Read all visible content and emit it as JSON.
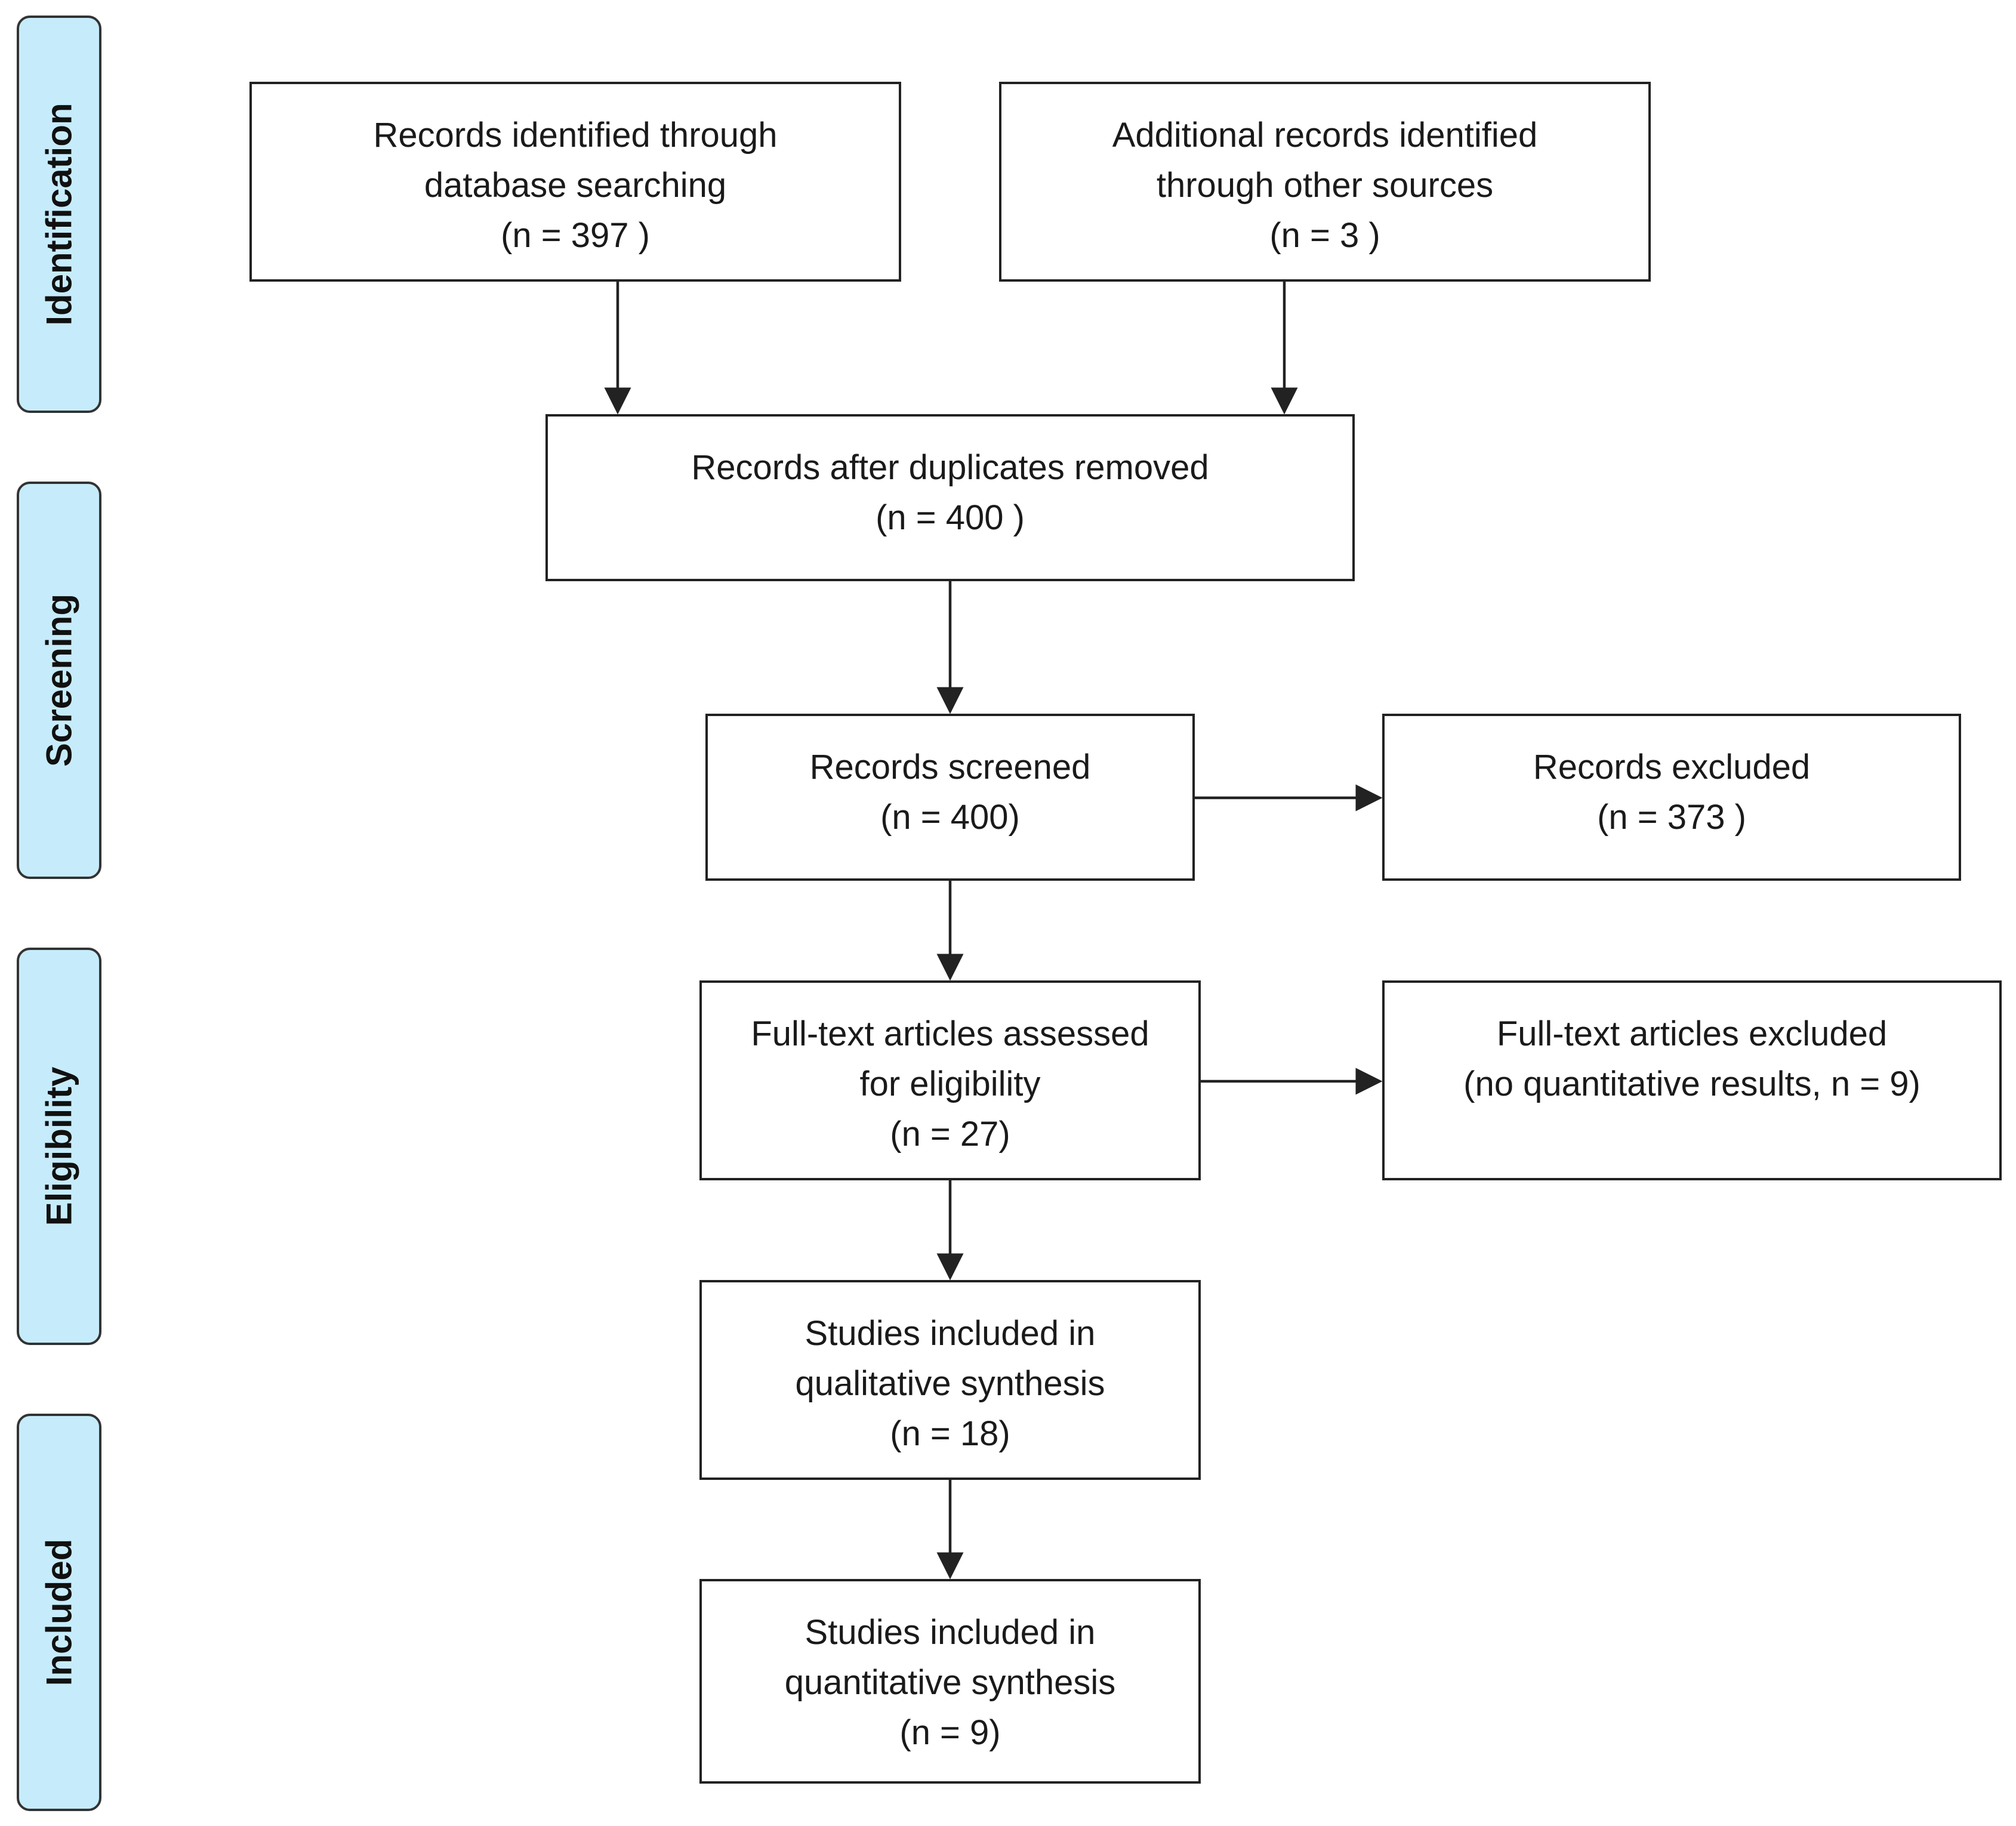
{
  "phases": {
    "identification": "Identification",
    "screening": "Screening",
    "eligibility": "Eligibility",
    "included": "Included"
  },
  "boxes": {
    "database": {
      "line1": "Records identified through",
      "line2": "database searching",
      "line3": "(n =  397 )"
    },
    "additional": {
      "line1": "Additional records identified",
      "line2": "through other sources",
      "line3": "(n =  3 )"
    },
    "duplicates": {
      "line1": "Records after duplicates removed",
      "line2": "(n =  400 )"
    },
    "screened": {
      "line1": "Records screened",
      "line2": "(n =   400)"
    },
    "excluded": {
      "line1": "Records excluded",
      "line2": "(n =  373 )"
    },
    "fulltext": {
      "line1": "Full-text articles assessed",
      "line2": "for eligibility",
      "line3": "(n =   27)"
    },
    "fulltext_excluded": {
      "line1": "Full-text articles excluded",
      "line2": "(no quantitative results, n =   9)"
    },
    "qualitative": {
      "line1": "Studies included in",
      "line2": "qualitative synthesis",
      "line3": "(n =   18)"
    },
    "quantitative": {
      "line1": "Studies included in",
      "line2": "quantitative synthesis",
      "line3": "(n =   9)"
    }
  },
  "colors": {
    "phase_fill": "#c6ecfb",
    "stroke": "#222222"
  }
}
